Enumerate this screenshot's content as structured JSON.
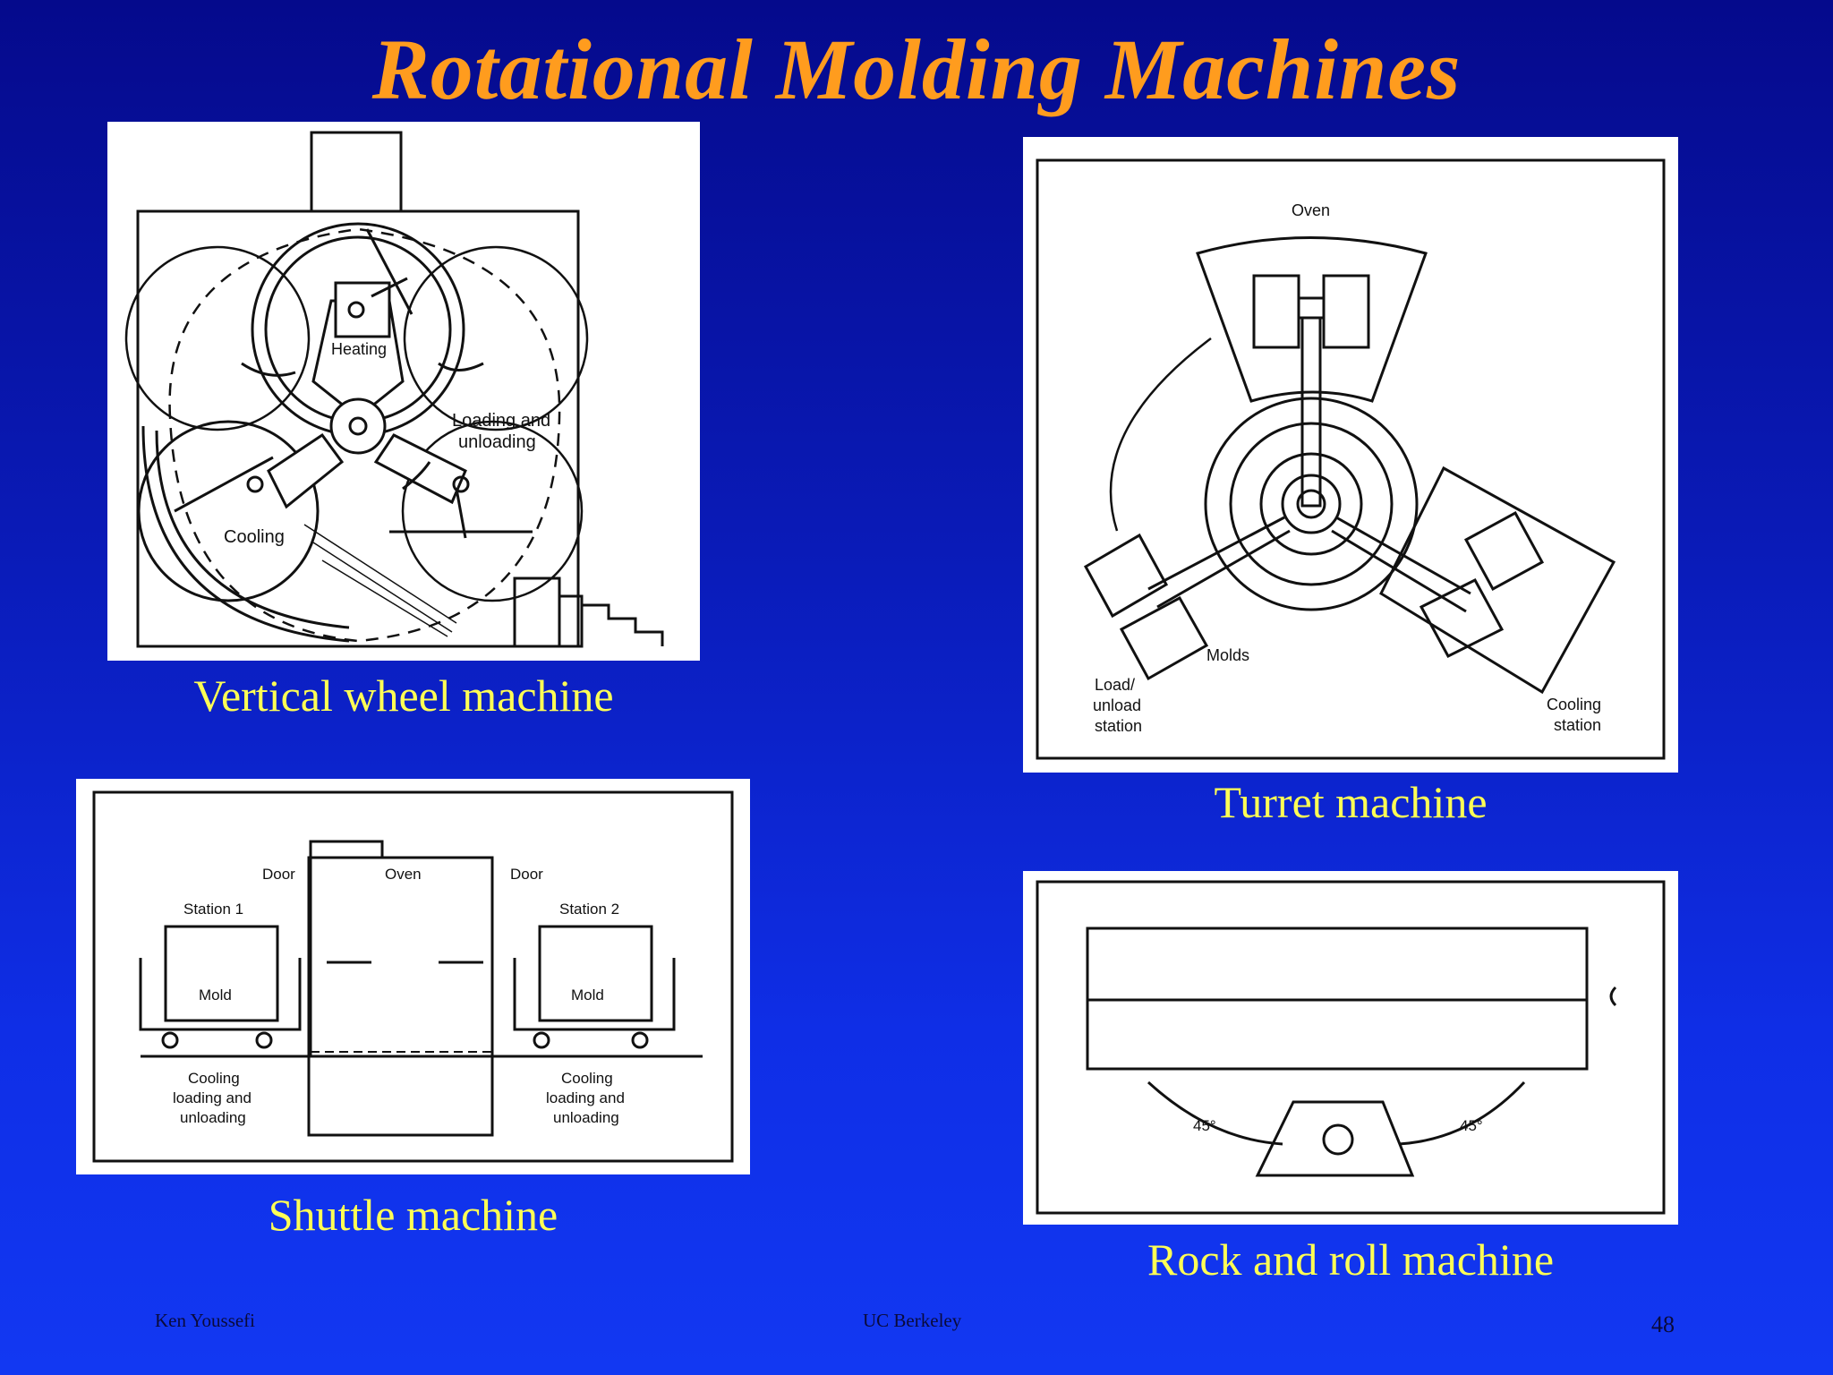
{
  "slide": {
    "title": "Rotational Molding Machines",
    "footer_left": "Ken Youssefi",
    "footer_center": "UC Berkeley",
    "page_number": "48"
  },
  "panels": {
    "vertical_wheel": {
      "caption": "Vertical wheel machine",
      "labels": {
        "heating": "Heating",
        "loading_1": "Loading and",
        "loading_2": "unloading",
        "cooling": "Cooling"
      }
    },
    "turret": {
      "caption": "Turret machine",
      "labels": {
        "oven": "Oven",
        "molds": "Molds",
        "load_1": "Load/",
        "load_2": "unload",
        "load_3": "station",
        "cool_1": "Cooling",
        "cool_2": "station"
      }
    },
    "shuttle": {
      "caption": "Shuttle machine",
      "labels": {
        "door_left": "Door",
        "oven": "Oven",
        "door_right": "Door",
        "station_1": "Station 1",
        "station_2": "Station 2",
        "mold_left": "Mold",
        "mold_right": "Mold",
        "cool_l1": "Cooling",
        "cool_l2": "loading and",
        "cool_l3": "unloading",
        "cool_r1": "Cooling",
        "cool_r2": "loading and",
        "cool_r3": "unloading"
      }
    },
    "rock_roll": {
      "caption": "Rock and roll machine",
      "labels": {
        "angle_left": "45°",
        "angle_right": "45°"
      }
    }
  },
  "colors": {
    "title": "#ff9c1e",
    "caption": "#ffff55",
    "background_top": "#050a8c",
    "background_bottom": "#1238f2"
  }
}
